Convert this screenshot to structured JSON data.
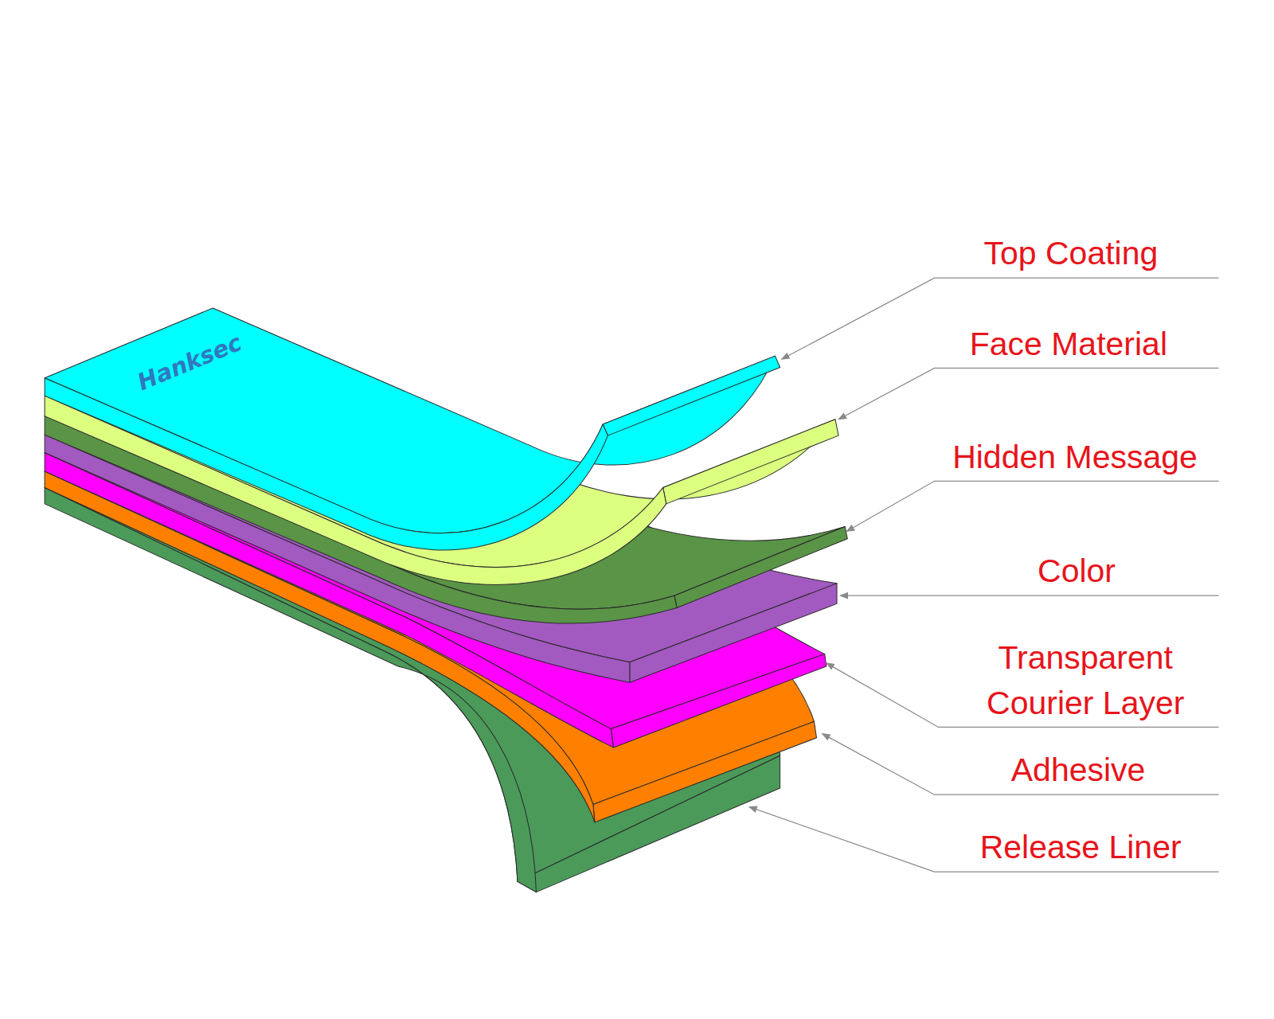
{
  "diagram": {
    "labels": [
      "Hanksec",
      "Top Coating",
      "Face Material",
      "Hidden Message",
      "Color",
      "Transparent Courier Layer",
      "Adhesive",
      "Release Liner"
    ]
  }
}
